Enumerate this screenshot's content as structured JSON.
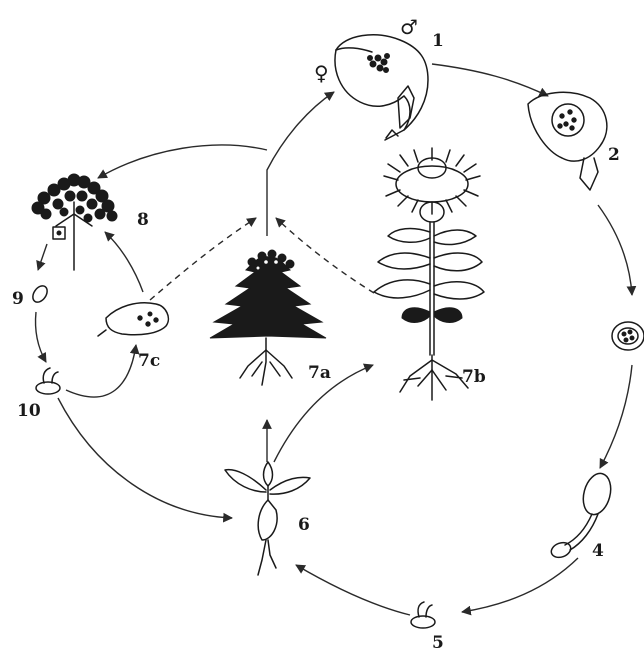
{
  "diagram": {
    "labels": {
      "s1": "1",
      "s2": "2",
      "s4": "4",
      "s5": "5",
      "s6": "6",
      "s7a": "7a",
      "s7b": "7b",
      "s7c": "7c",
      "s8": "8",
      "s9": "9",
      "s10": "10"
    },
    "symbols": {
      "male": "♂",
      "female": "♀"
    }
  }
}
